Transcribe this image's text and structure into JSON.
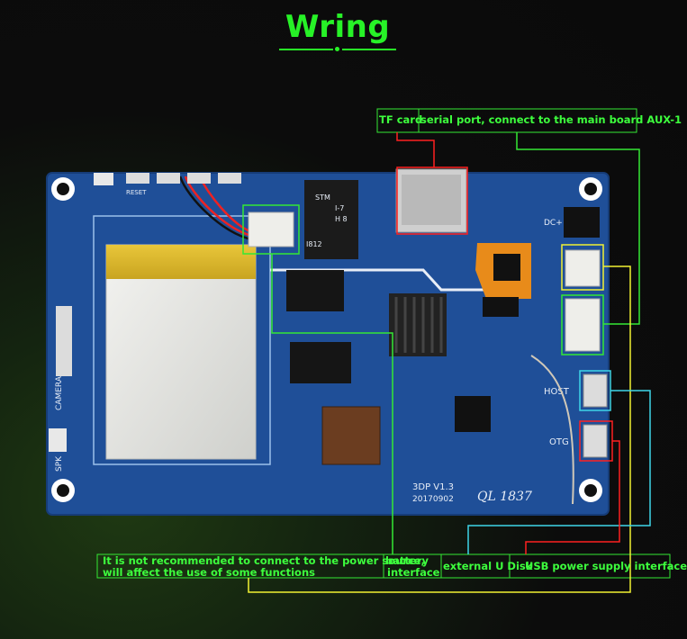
{
  "title": "Wring",
  "labels": {
    "tf_card": "TF card",
    "serial_port": "serial port, connect to the main board AUX-1",
    "power_warning_line1": "It is not recommended to connect to the power source,",
    "power_warning_line2": "will affect the use of some functions",
    "battery_line1": "battery",
    "battery_line2": "interface",
    "external_u_disk": "external U Disk",
    "usb_power": "USB power supply interface"
  },
  "silkscreen": {
    "reset": "RESET",
    "camera": "CAMERA",
    "spk": "SPK",
    "dc": "DC+",
    "host": "HOST",
    "otg": "OTG",
    "board_name": "3DP V1.3",
    "board_date": "20170902",
    "board_id": "QL 1837",
    "chip_main_1": "STM",
    "chip_main_2": "I-7",
    "chip_main_3": "H 8",
    "chip_main_4": "I812"
  },
  "colors": {
    "green_accent": "#27f227",
    "label_green": "#3dff3d",
    "pcb_blue": "#1f4f98",
    "red_line": "#ff2020",
    "yellow_line": "#f2f232",
    "cyan_line": "#3fd5e8",
    "lime_line": "#34e834"
  }
}
